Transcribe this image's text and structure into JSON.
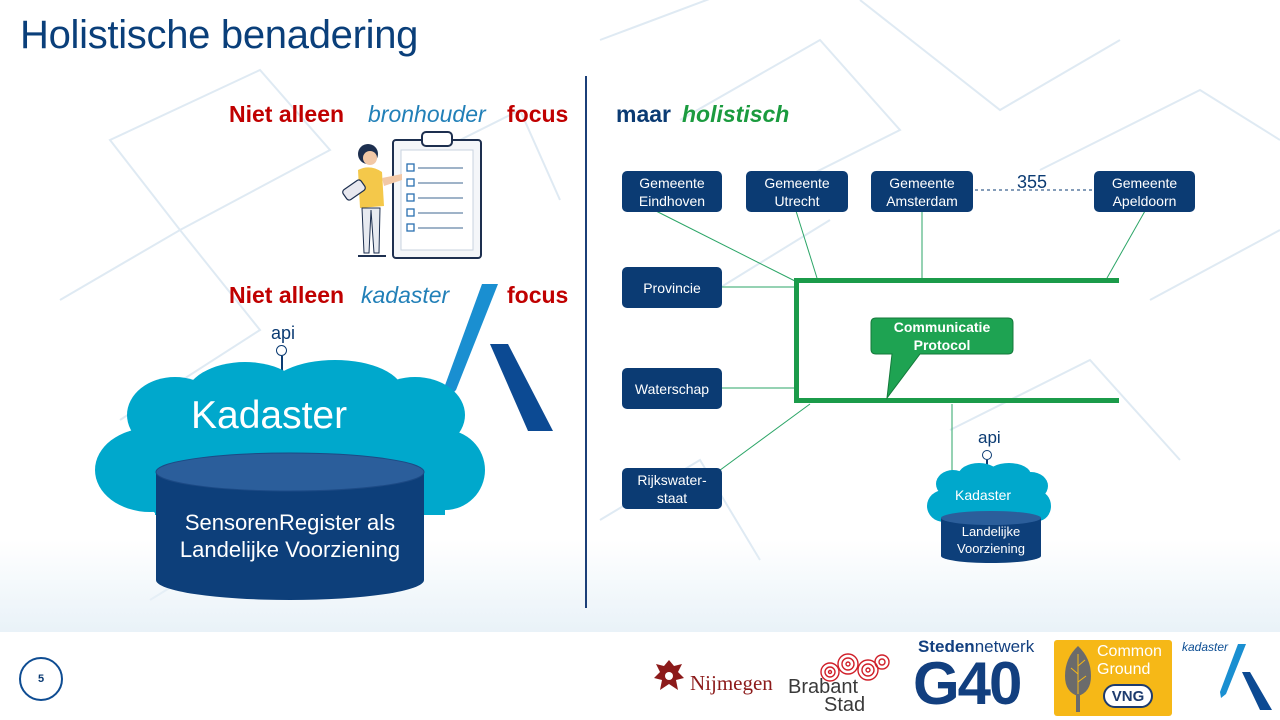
{
  "slide": {
    "title": "Holistische benadering",
    "page_number": "5"
  },
  "left": {
    "heading1": {
      "prefix": "Niet alleen",
      "emph": "bronhouder",
      "suffix": "focus"
    },
    "heading2": {
      "prefix": "Niet alleen",
      "emph": "kadaster",
      "suffix": "focus"
    },
    "api_label": "api",
    "cloud_label": "Kadaster",
    "database_label": [
      "SensorenRegister als",
      "Landelijke Voorziening"
    ]
  },
  "right": {
    "heading": {
      "prefix": "maar",
      "emph": "holistisch"
    },
    "nodes": {
      "eindhoven": [
        "Gemeente",
        "Eindhoven"
      ],
      "utrecht": [
        "Gemeente",
        "Utrecht"
      ],
      "amsterdam": [
        "Gemeente",
        "Amsterdam"
      ],
      "apeldoorn": [
        "Gemeente",
        "Apeldoorn"
      ],
      "provincie": "Provincie",
      "waterschap": "Waterschap",
      "rijkswaterstaat": [
        "Rijkswater-",
        "staat"
      ]
    },
    "count_label": "355",
    "callout": [
      "Communicatie",
      "Protocol"
    ],
    "api_label": "api",
    "cloud_label": "Kadaster",
    "database_label": [
      "Landelijke",
      "Voorziening"
    ]
  },
  "footer": {
    "logos": {
      "nijmegen": "Nijmegen",
      "brabantstad": [
        "Brabant",
        "Stad"
      ],
      "g40_top_bold": "Steden",
      "g40_top_light": "netwerk",
      "g40": "G40",
      "common_ground": [
        "Common",
        "Ground"
      ],
      "vng": "VNG",
      "kadaster": "kadaster"
    }
  },
  "colors": {
    "navy": "#0b3b73",
    "red": "#c00000",
    "teal": "#00a8cc",
    "green": "#1b9b3f",
    "blue_italic": "#2280b8"
  }
}
